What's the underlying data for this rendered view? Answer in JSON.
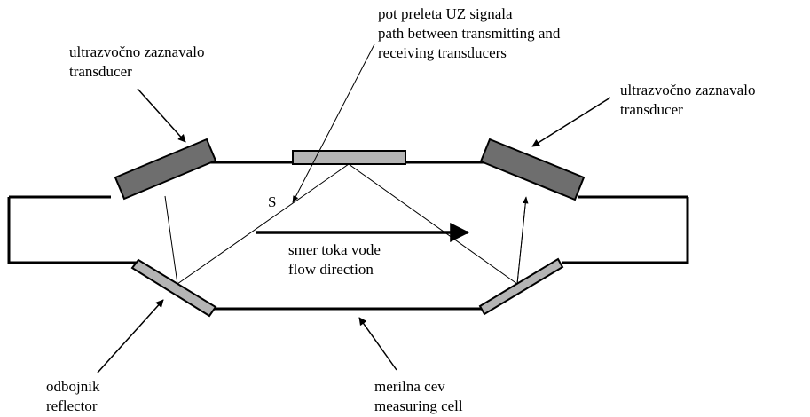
{
  "labels": {
    "transducer_left": {
      "line1": "ultrazvočno zaznavalo",
      "line2": "transducer"
    },
    "transducer_right": {
      "line1": "ultrazvočno zaznavalo",
      "line2": "transducer"
    },
    "signal_path": {
      "line1": "pot preleta UZ signala",
      "line2": "path between transmitting and",
      "line3": "receiving transducers"
    },
    "path_marker": "S",
    "flow": {
      "line1": "smer toka vode",
      "line2": "flow direction"
    },
    "reflector": {
      "line1": "odbojnik",
      "line2": "reflector"
    },
    "measuring_cell": {
      "line1": "merilna cev",
      "line2": "measuring cell"
    }
  },
  "colors": {
    "transducer_fill": "#6e6e6e",
    "reflector_fill": "#b4b4b4",
    "stroke": "#000000"
  }
}
